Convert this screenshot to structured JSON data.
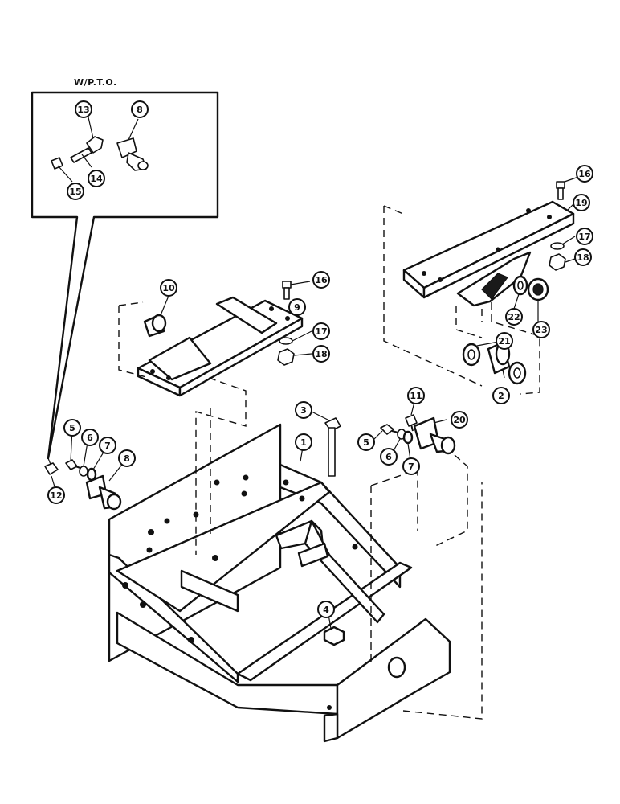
{
  "inset": {
    "title": "W/P.T.O."
  },
  "callouts": [
    {
      "id": "c13",
      "label": "13"
    },
    {
      "id": "c8a",
      "label": "8"
    },
    {
      "id": "c14",
      "label": "14"
    },
    {
      "id": "c15",
      "label": "15"
    },
    {
      "id": "c16a",
      "label": "16"
    },
    {
      "id": "c19",
      "label": "19"
    },
    {
      "id": "c17a",
      "label": "17"
    },
    {
      "id": "c18a",
      "label": "18"
    },
    {
      "id": "c22",
      "label": "22"
    },
    {
      "id": "c23",
      "label": "23"
    },
    {
      "id": "c21",
      "label": "21"
    },
    {
      "id": "c2",
      "label": "2"
    },
    {
      "id": "c10",
      "label": "10"
    },
    {
      "id": "c16b",
      "label": "16"
    },
    {
      "id": "c9",
      "label": "9"
    },
    {
      "id": "c17b",
      "label": "17"
    },
    {
      "id": "c18b",
      "label": "18"
    },
    {
      "id": "c11",
      "label": "11"
    },
    {
      "id": "c20",
      "label": "20"
    },
    {
      "id": "c3",
      "label": "3"
    },
    {
      "id": "c5a",
      "label": "5"
    },
    {
      "id": "c6a",
      "label": "6"
    },
    {
      "id": "c7a",
      "label": "7"
    },
    {
      "id": "c1",
      "label": "1"
    },
    {
      "id": "c5b",
      "label": "5"
    },
    {
      "id": "c6b",
      "label": "6"
    },
    {
      "id": "c7b",
      "label": "7"
    },
    {
      "id": "c8b",
      "label": "8"
    },
    {
      "id": "c12",
      "label": "12"
    },
    {
      "id": "c4",
      "label": "4"
    }
  ]
}
